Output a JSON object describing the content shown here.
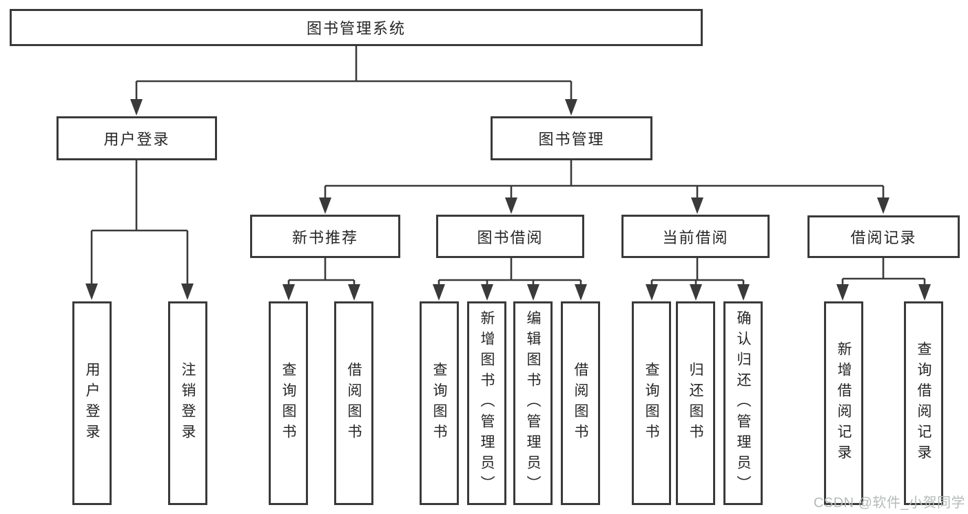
{
  "title": "图书管理系统",
  "level1": {
    "user_login": "用户登录",
    "book_mgmt": "图书管理"
  },
  "level2": {
    "new_books": "新书推荐",
    "book_borrow": "图书借阅",
    "current_borrow": "当前借阅",
    "borrow_records": "借阅记录"
  },
  "leaves": {
    "user_login": [
      "用户登录",
      "注销登录"
    ],
    "new_books": [
      "查询图书",
      "借阅图书"
    ],
    "book_borrow": [
      "查询图书",
      "新增图书（管理员）",
      "编辑图书（管理员）",
      "借阅图书"
    ],
    "current_borrow": [
      "查询图书",
      "归还图书",
      "确认归还（管理员）"
    ],
    "borrow_records": [
      "新增借阅记录",
      "查询借阅记录"
    ]
  },
  "watermark": "CSDN @软件_小贺同学",
  "colors": {
    "line": "#3a3a3a",
    "text": "#262626",
    "watermark": "#b5bbba",
    "background": "#ffffff"
  }
}
